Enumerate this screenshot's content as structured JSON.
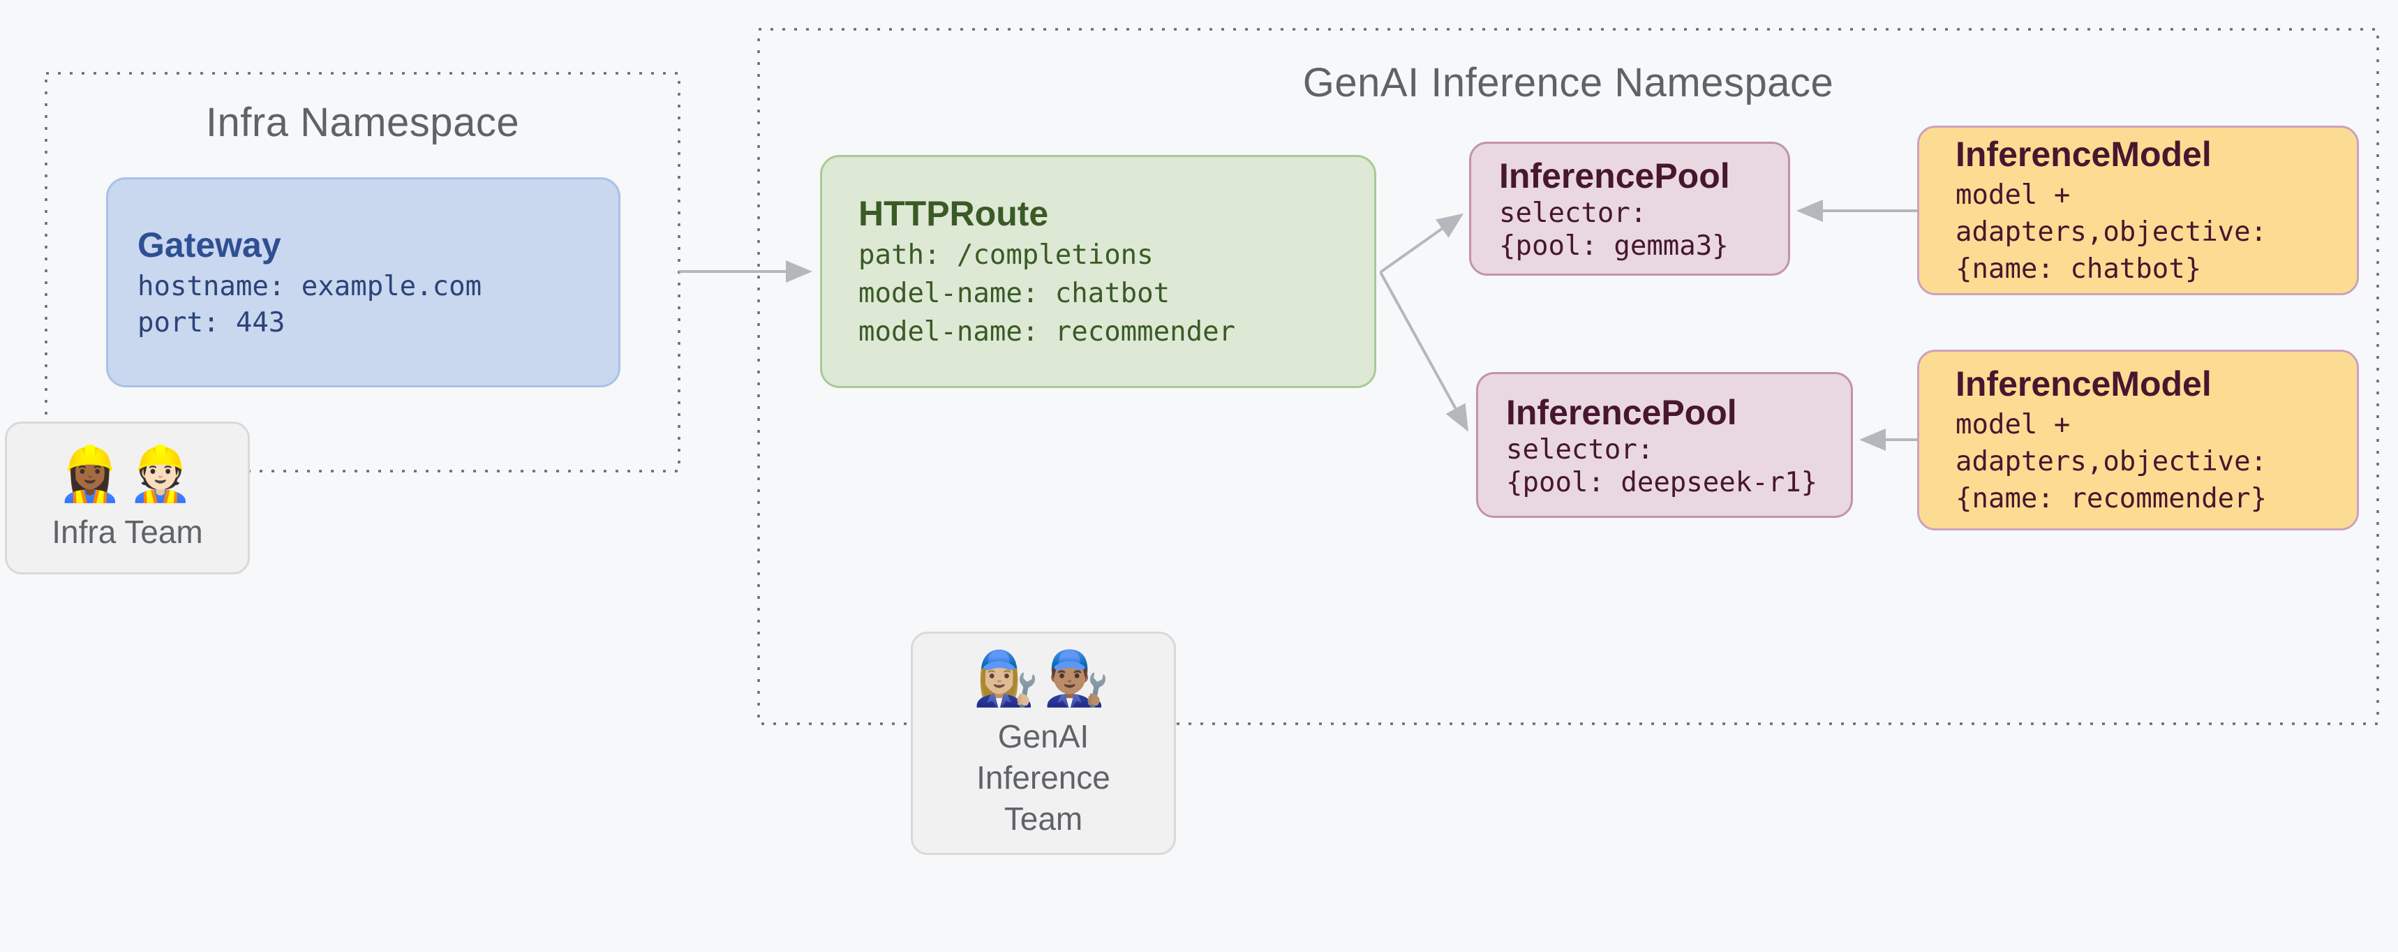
{
  "infra_namespace": {
    "title": "Infra Namespace",
    "gateway": {
      "title": "Gateway",
      "lines": [
        "hostname: example.com",
        "port: 443"
      ]
    },
    "team": {
      "emoji": "👷🏾‍♀️👷🏻",
      "label": "Infra Team"
    }
  },
  "genai_namespace": {
    "title": "GenAI Inference Namespace",
    "httproute": {
      "title": "HTTPRoute",
      "lines": [
        "path: /completions",
        "model-name: chatbot",
        "model-name: recommender"
      ]
    },
    "pool_top": {
      "title": "InferencePool",
      "lines": [
        "selector:",
        "{pool: gemma3}"
      ]
    },
    "pool_bottom": {
      "title": "InferencePool",
      "lines": [
        "selector:",
        "{pool: deepseek-r1}"
      ]
    },
    "model_top": {
      "title": "InferenceModel",
      "lines": [
        "model +",
        "adapters,objective:",
        "{name: chatbot}"
      ]
    },
    "model_bottom": {
      "title": "InferenceModel",
      "lines": [
        "model +",
        "adapters,objective:",
        "{name: recommender}"
      ]
    },
    "team": {
      "emoji": "👩🏼‍🔧👨🏽‍🔧",
      "label": "GenAI Inference Team"
    }
  },
  "colors": {
    "background": "#f7f8fa",
    "ns_border": "#6b6b6b",
    "ns_text": "#5f6368",
    "gateway_fill": "#c9d7ef",
    "gateway_border": "#a9c1e9",
    "gateway_title": "#2e4f93",
    "gateway_code": "#2b4379",
    "httproute_fill": "#dde9d4",
    "httproute_border": "#a9ca94",
    "httproute_text": "#3a5a26",
    "pool_fill": "#e9d8e0",
    "pool_border": "#c392ab",
    "pool_text": "#47162f",
    "model_fill": "#fbdc92",
    "model_border": "#c9a2c0",
    "model_text": "#47162f",
    "team_fill": "#f1f1f2",
    "team_border": "#d9d9d9",
    "team_text": "#5f6368",
    "arrow": "#b5b7bc"
  }
}
